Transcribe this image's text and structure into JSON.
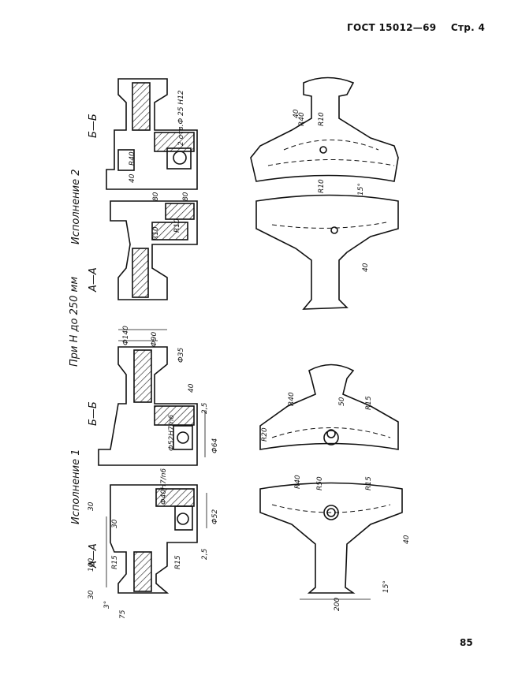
{
  "header": {
    "standard": "ГОСТ 15012—69",
    "page": "Стр. 4"
  },
  "page_number": "85",
  "labels": {
    "note": "При Н до 250 мм",
    "variant1": "Исполнение 1",
    "variant2": "Исполнение 2",
    "sectionAA_1": "А—А",
    "sectionBB_1": "Б—Б",
    "sectionAA_2": "А—А",
    "sectionBB_2": "Б—Б"
  },
  "dims_v2": {
    "holes": "2 отв.Ф 25 Н12",
    "r10a": "R10",
    "r10b": "R10",
    "d80a": "80",
    "d80b": "80",
    "r40": "R40",
    "d40": "40"
  },
  "dims_v1": {
    "d140": "Ф140",
    "d90": "Ф90",
    "d35": "Ф35",
    "d64": "Ф64",
    "d52": "Ф52",
    "d40": "40",
    "d30a": "30",
    "d30b": "30",
    "d30c": "30",
    "d100": "100",
    "r15a": "R15",
    "r15b": "R15",
    "d75": "75",
    "d25a": "2,5",
    "d25b": "2,5",
    "deg3": "3°",
    "fit1": "Ф52Н7/n6",
    "fit2": "Ф40Н7/n6"
  },
  "dims_plan": {
    "r40a": "R40",
    "r40b": "R40",
    "r10a": "R10",
    "r10b": "R10",
    "d40a": "40",
    "d40b": "40",
    "deg15a": "15°",
    "r20": "R20",
    "d50": "50",
    "r15a": "R15",
    "r15b": "R15",
    "r50": "R50",
    "d200": "200",
    "deg15b": "15°",
    "d40c": "40"
  }
}
